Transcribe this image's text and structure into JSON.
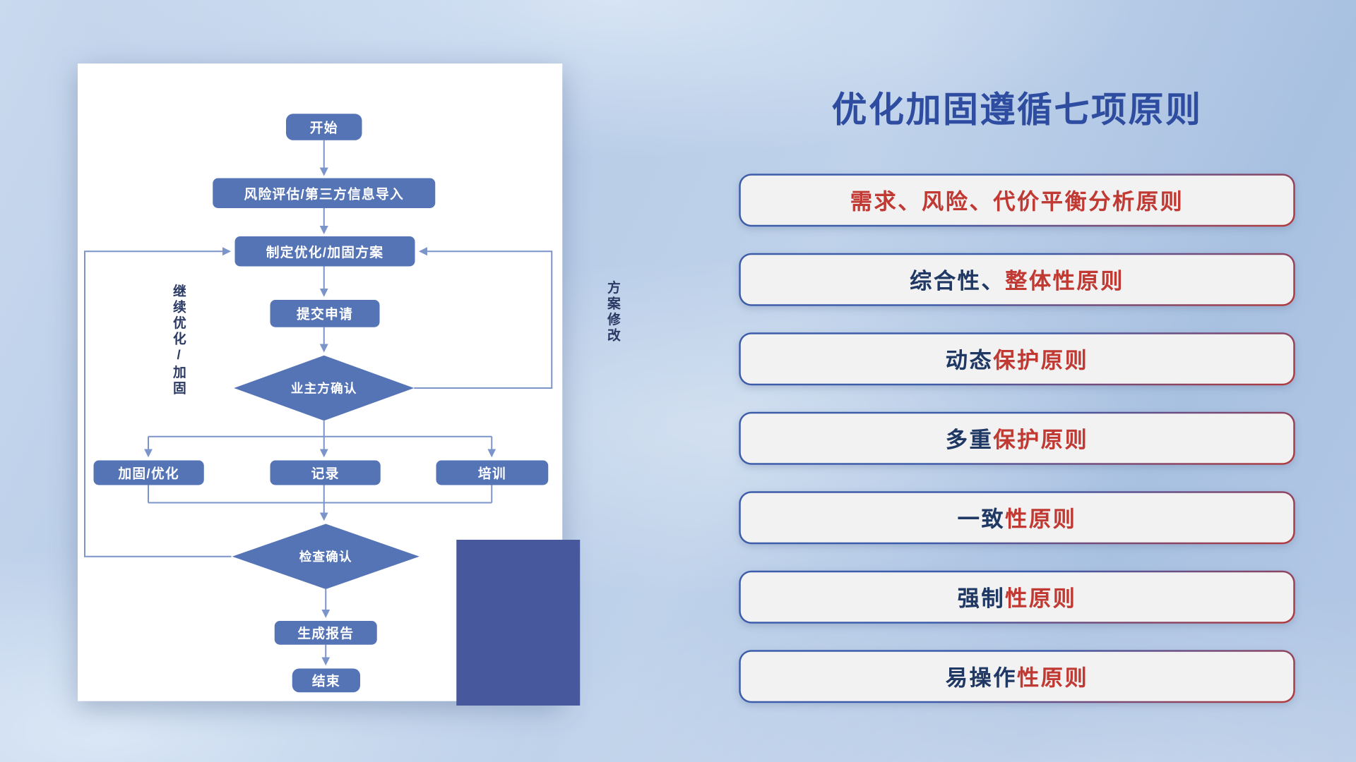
{
  "slide": {
    "title": "优化加固遵循七项原则"
  },
  "flowchart": {
    "nodes": {
      "start": "开始",
      "risk": "风险评估/第三方信息导入",
      "plan": "制定优化/加固方案",
      "submit": "提交申请",
      "owner_confirm": "业主方确认",
      "reinforce": "加固/优化",
      "record": "记录",
      "training": "培训",
      "check_confirm": "检查确认",
      "report": "生成报告",
      "end": "结束"
    },
    "side_labels": {
      "left": "继续优化/加固",
      "right": "方案修改"
    }
  },
  "principles": [
    {
      "blue_part": "",
      "red_part": "需求、风险、代价平衡分析原则"
    },
    {
      "blue_part": "综合性、",
      "red_part": "整体性原则"
    },
    {
      "blue_part": "动态",
      "red_part": "保护原则"
    },
    {
      "blue_part": "多重",
      "red_part": "保护原则"
    },
    {
      "blue_part": "一致",
      "red_part": "性原则"
    },
    {
      "blue_part": "强制",
      "red_part": "性原则"
    },
    {
      "blue_part": "易操作",
      "red_part": "性原则"
    }
  ],
  "colors": {
    "title_blue": "#2F4DA0",
    "node_blue": "#5574B5",
    "connector_blue": "#7B94C9",
    "principle_text_navy": "#1F3864",
    "principle_text_red": "#C03A33",
    "deco_navy": "#48589C"
  }
}
